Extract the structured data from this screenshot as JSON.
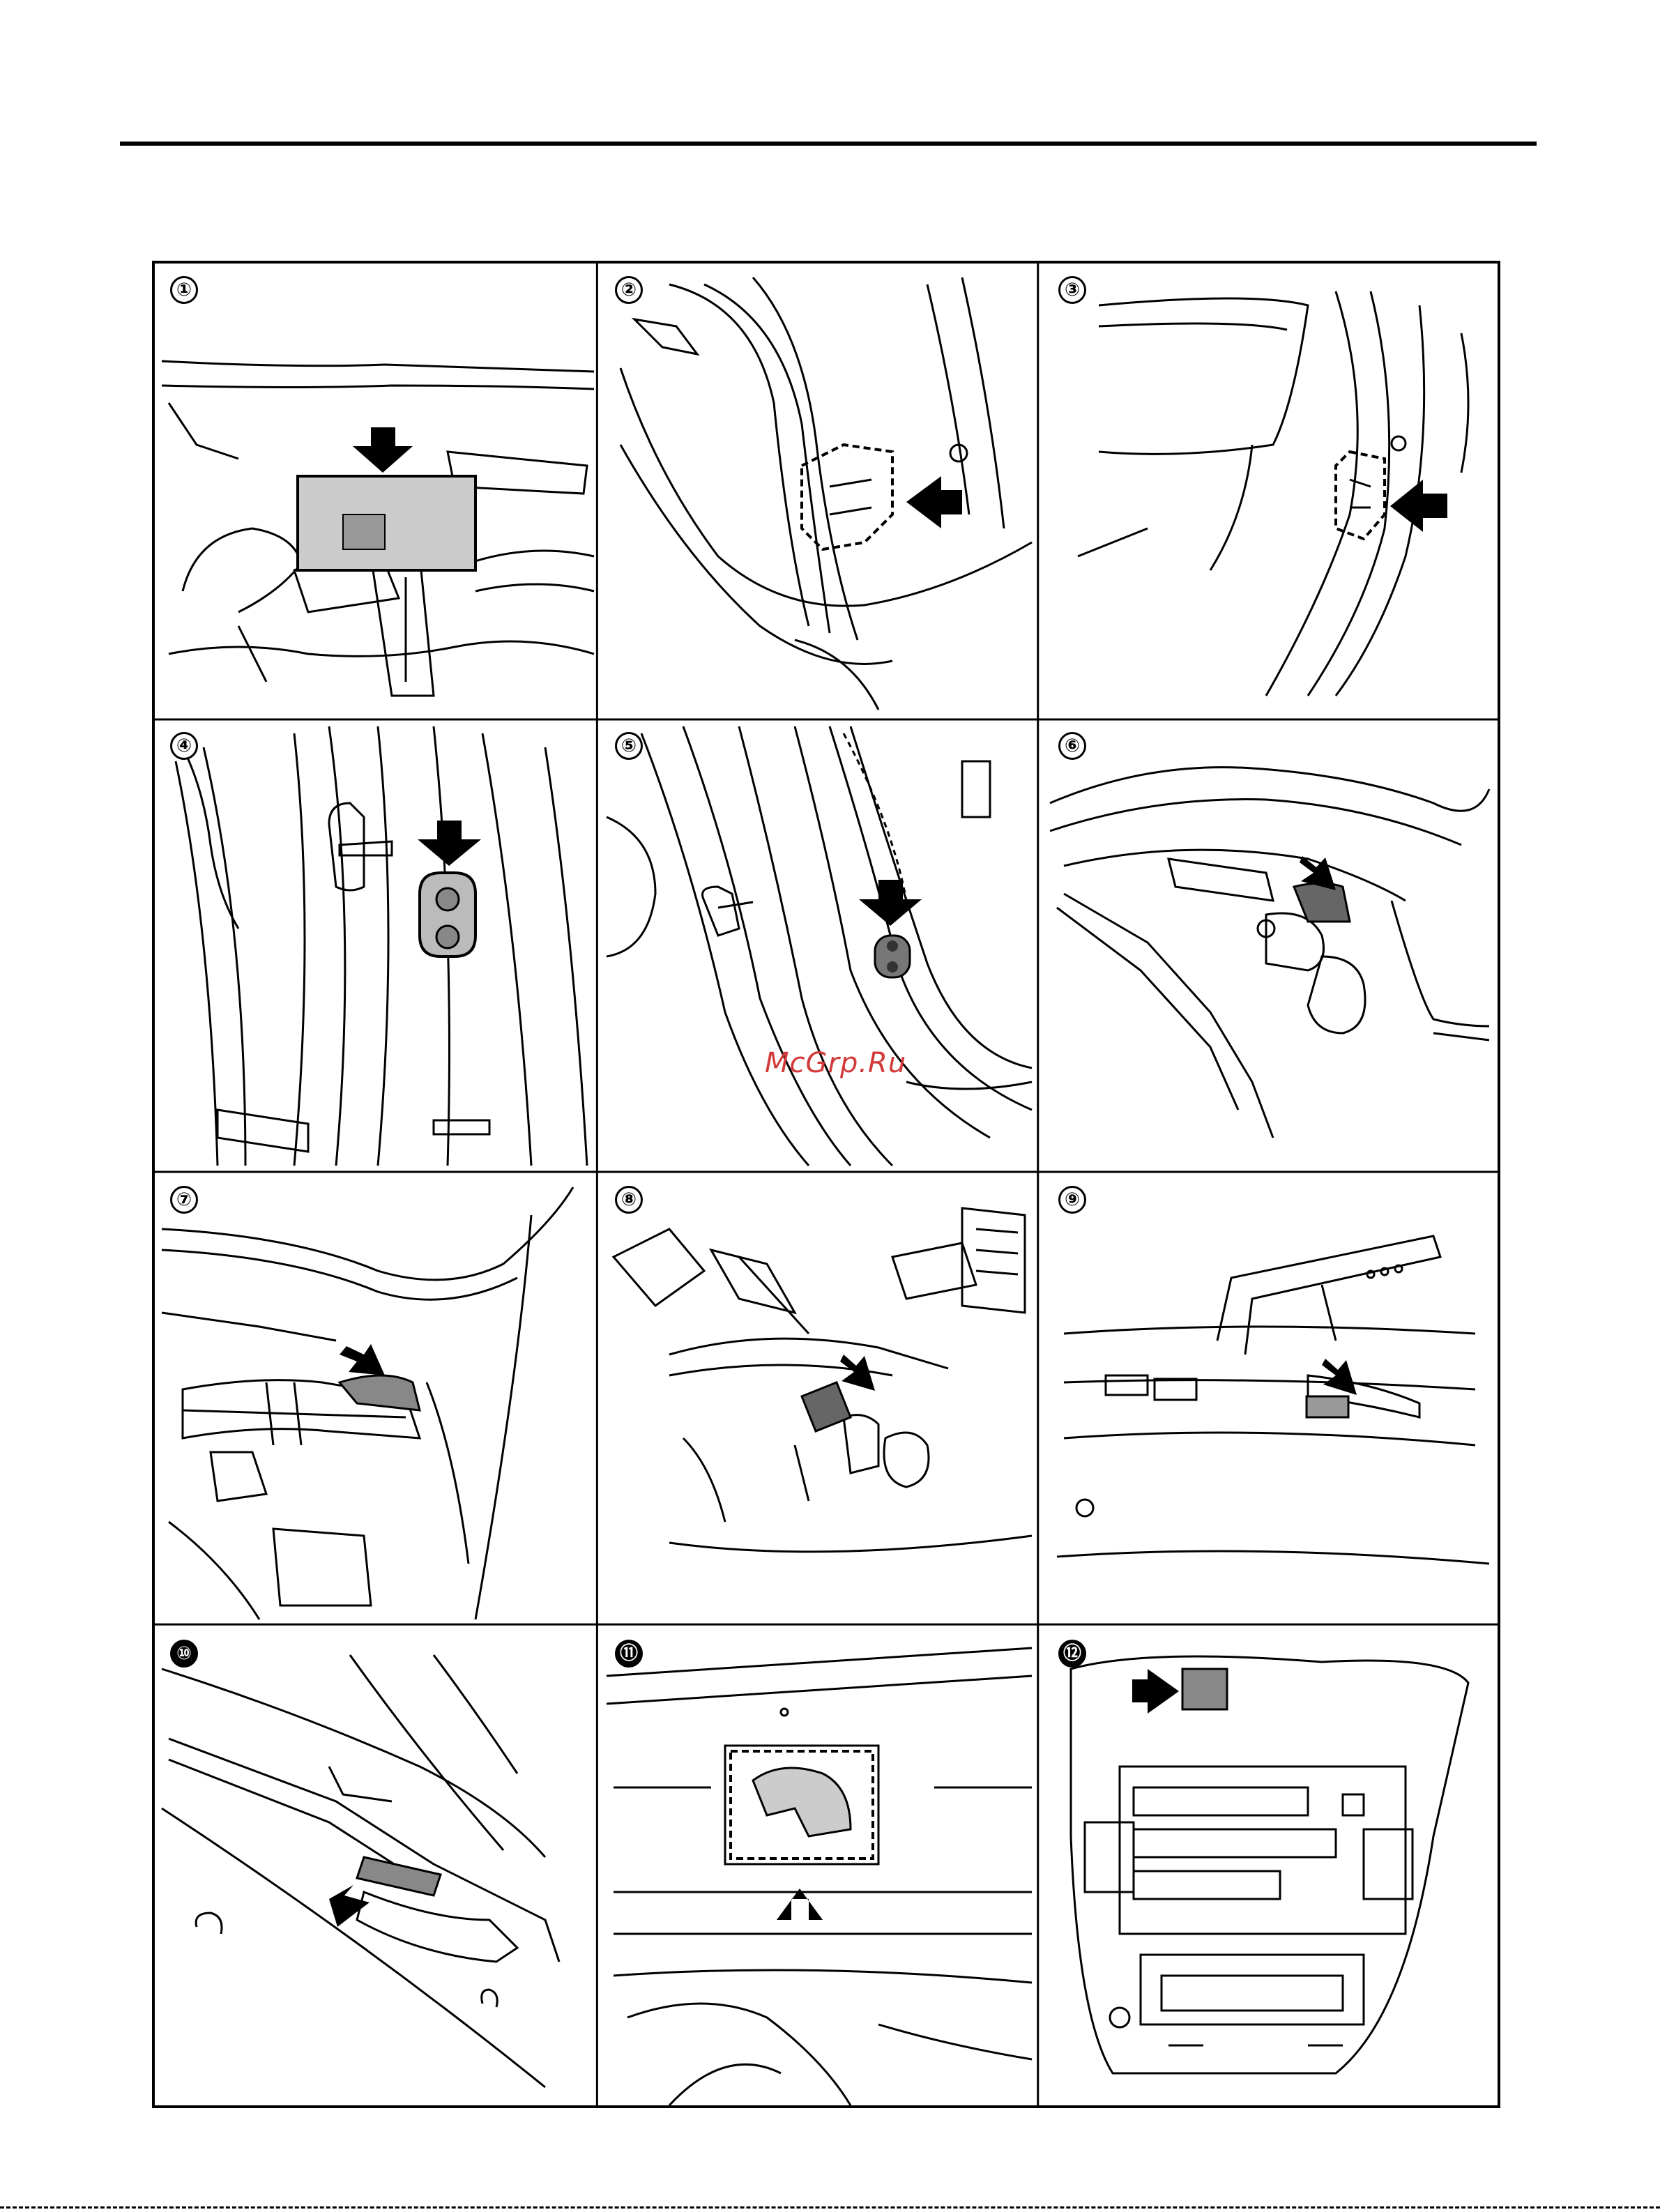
{
  "watermark": "McGrp.Ru",
  "panels": [
    {
      "id": 1,
      "badge": "①"
    },
    {
      "id": 2,
      "badge": "②"
    },
    {
      "id": 3,
      "badge": "③"
    },
    {
      "id": 4,
      "badge": "④"
    },
    {
      "id": 5,
      "badge": "⑤"
    },
    {
      "id": 6,
      "badge": "⑥"
    },
    {
      "id": 7,
      "badge": "⑦"
    },
    {
      "id": 8,
      "badge": "⑧"
    },
    {
      "id": 9,
      "badge": "⑨"
    },
    {
      "id": 10,
      "badge": "⑩"
    },
    {
      "id": 11,
      "badge": "⑪"
    },
    {
      "id": 12,
      "badge": "⑫"
    }
  ],
  "colors": {
    "ink": "#000000",
    "watermark": "#d23a3a",
    "paper": "#ffffff"
  }
}
